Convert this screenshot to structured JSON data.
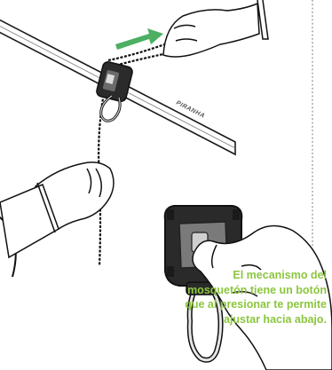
{
  "illustration": {
    "brand_text": "PIRANHA",
    "arrow_color": "#4caf62",
    "caption_color": "#8cc63f"
  },
  "caption": {
    "lines": [
      "El mecanismo del",
      "mosquetón tiene un botón",
      "que al presionar te permite",
      "ajustar hacia abajo."
    ]
  }
}
